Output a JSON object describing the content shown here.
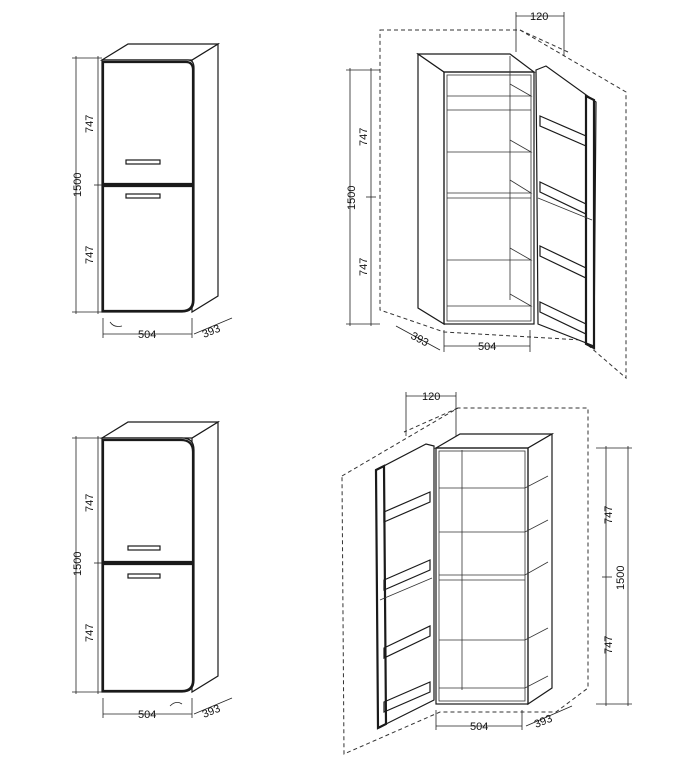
{
  "views": {
    "top_left": {
      "height_total": "1500",
      "height_upper": "747",
      "height_lower": "747",
      "width": "504",
      "depth": "393"
    },
    "top_right": {
      "height_total": "1500",
      "height_upper": "747",
      "height_lower": "747",
      "width": "504",
      "depth": "393",
      "door_offset": "120"
    },
    "bottom_left": {
      "height_total": "1500",
      "height_upper": "747",
      "height_lower": "747",
      "width": "504",
      "depth": "393"
    },
    "bottom_right": {
      "height_total": "1500",
      "height_upper": "747",
      "height_lower": "747",
      "width": "504",
      "depth": "393",
      "door_offset": "120"
    }
  }
}
